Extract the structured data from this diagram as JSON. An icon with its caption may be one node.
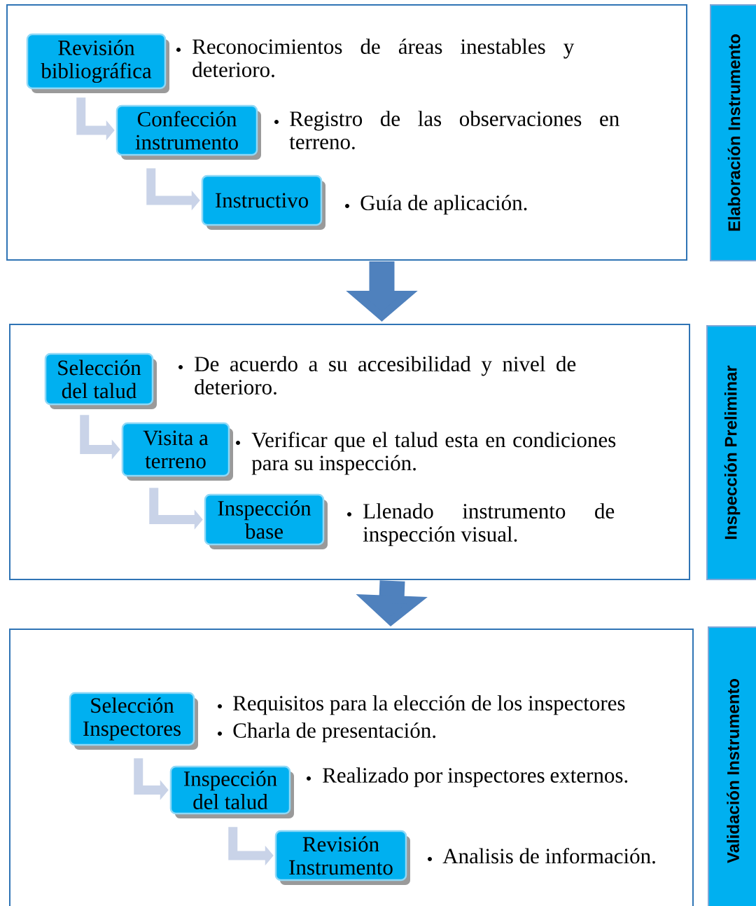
{
  "diagram": {
    "nodes": [
      {
        "text": [],
        "shape": "box"
      },
      {
        "text": [
          "Revisión bibliográfica"
        ],
        "in": 0,
        "beside": [
          "Reconocimientos de áreas inestables y deterioro."
        ]
      },
      {
        "text": [
          "Confección instrumento"
        ],
        "in": 0,
        "beside": [
          "Registro de las observaciones en terreno."
        ]
      },
      {
        "text": [
          "Instructivo"
        ],
        "in": 0,
        "beside": [
          "Guía de aplicación."
        ]
      },
      {
        "text": [
          "Elaboración Instrumento"
        ]
      },
      {
        "text": [],
        "shape": "box"
      },
      {
        "text": [
          "Selección del talud"
        ],
        "in": 5,
        "beside": [
          "De acuerdo a su accesibilidad y nivel de deterioro."
        ]
      },
      {
        "text": [
          "Visita a terreno"
        ],
        "in": 5,
        "beside": [
          "Verificar que el talud esta en condiciones para su inspección."
        ]
      },
      {
        "text": [
          "Inspección base"
        ],
        "in": 5,
        "beside": [
          "Llenado instrumento de inspección visual."
        ]
      },
      {
        "text": [
          "Inspección Preliminar"
        ]
      },
      {
        "text": [],
        "shape": "box"
      },
      {
        "text": [
          "Selección Inspectores"
        ],
        "in": 10,
        "beside": [
          "Requisitos para la elección de los inspectores",
          "Charla de presentación."
        ]
      },
      {
        "text": [
          "Inspección del talud"
        ],
        "in": 10,
        "beside": [
          "Realizado por inspectores externos."
        ]
      },
      {
        "text": [
          "Revisión Instrumento"
        ],
        "in": 10,
        "beside": [
          "Analisis de información."
        ]
      },
      {
        "text": [
          "Validación Instrumento"
        ]
      }
    ],
    "edges": [
      {
        "from": 1,
        "to": 2,
        "arrow": "to"
      },
      {
        "from": 2,
        "to": 3,
        "arrow": "to"
      },
      {
        "from": 0,
        "to": 5,
        "arrow": "to",
        "style": "thick",
        "color": "#4f81bd"
      },
      {
        "from": 6,
        "to": 7,
        "arrow": "to"
      },
      {
        "from": 7,
        "to": 8,
        "arrow": "to"
      },
      {
        "from": 5,
        "to": 10,
        "arrow": "to",
        "style": "thick",
        "color": "#4f81bd"
      },
      {
        "from": 11,
        "to": 12,
        "arrow": "to"
      },
      {
        "from": 12,
        "to": 13,
        "arrow": "to"
      }
    ]
  }
}
